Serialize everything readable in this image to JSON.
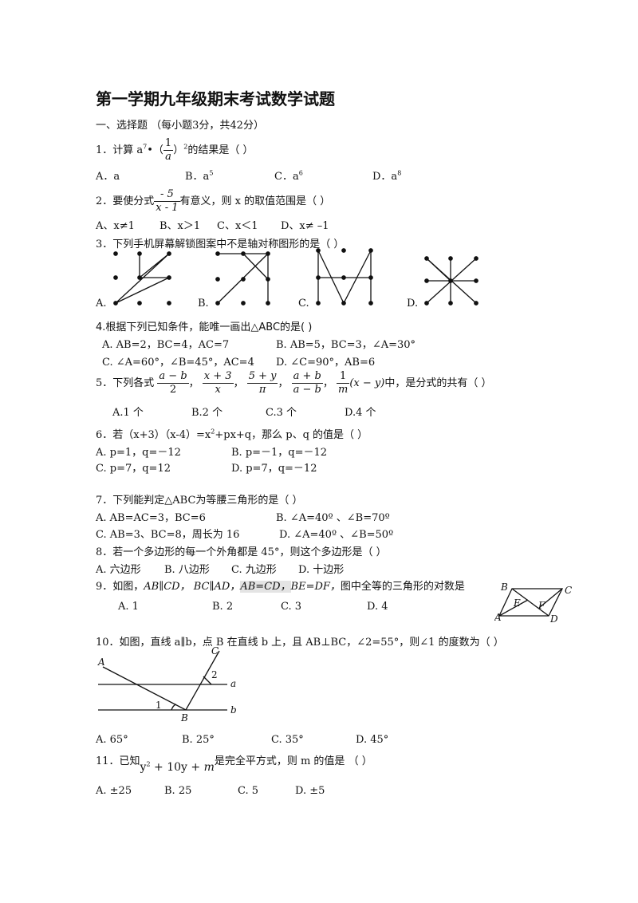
{
  "title": "第一学期九年级期末考试数学试题",
  "section1": "一、选择题 （每小题3分，共42分）",
  "q1": {
    "pre": "1．计算 a",
    "exp7": "7",
    "dot": "•（",
    "num": "1",
    "den": "a",
    "post": "）",
    "exp2": "2",
    "tail": "的结果是（    ）",
    "options": [
      "A．a",
      "B．a",
      "C．a",
      "D．a"
    ],
    "exps": [
      "5",
      "6",
      "8"
    ]
  },
  "q2": {
    "pre": "2．要使分式",
    "num": "- 5",
    "den": "x - 1",
    "tail": "有意义，则 x 的取值范围是（    ）",
    "options": [
      "A、x≠1",
      "B、x＞1",
      "C、x＜1",
      "D、x≠ –1"
    ]
  },
  "q3": {
    "stem": "3．下列手机屏幕解锁图案中不是轴对称图形的是（      ）",
    "labels": [
      "A.",
      "B.",
      "C.",
      "D."
    ]
  },
  "q4": {
    "stem": "4.根据下列已知条件，能唯一画出△ABC的是(     )",
    "options": [
      "A. AB=2，BC=4，AC=7",
      "B. AB=5，BC=3，∠A=30°",
      "C. ∠A=60°，∠B=45°，AC=4",
      "D. ∠C=90°，AB=6"
    ]
  },
  "q5": {
    "pre": "5．下列各式",
    "fracs": [
      [
        "a − b",
        "2"
      ],
      [
        "x + 3",
        "x"
      ],
      [
        "5 + y",
        "π"
      ],
      [
        "a + b",
        "a − b"
      ],
      [
        "1",
        "m"
      ]
    ],
    "last": "(x − y)",
    "tail": "中，是分式的共有（     ）",
    "options": [
      "A.1 个",
      "B.2 个",
      "C.3 个",
      "D.4 个"
    ]
  },
  "q6": {
    "stem_a": "6．若（x+3）（x-4）=x",
    "exp": "2",
    "stem_b": "+px+q，那么 p、q 的值是（      ）",
    "options": [
      "A. p=1，q=－12",
      "B. p=－1，q=－12",
      "C. p=7，q=12",
      "D. p=7，q=－12"
    ]
  },
  "q7": {
    "stem": "7．下列能判定△ABC为等腰三角形的是（          ）",
    "options": [
      "A. AB=AC=3，BC=6",
      "B. ∠A=40º 、∠B=70º",
      "C. AB=3、BC=8，周长为 16",
      "D. ∠A=40º 、∠B=50º"
    ]
  },
  "q8": {
    "stem": "8．若一个多边形的每一个外角都是 45°，则这个多边形是（     ）",
    "options": [
      "A. 六边形",
      "B. 八边形",
      "C. 九边形",
      "D. 十边形"
    ]
  },
  "q9": {
    "pre": "9．如图，",
    "c1": "AB∥CD，",
    "c2": "BC∥AD，",
    "c3": "AB=CD，",
    "c4": "BE=DF，",
    "tail": "图中全等的三角形的对数是",
    "options": [
      "A. 1",
      "B. 2",
      "C. 3",
      "D. 4"
    ],
    "fig": [
      "B",
      "C",
      "E",
      "F",
      "A",
      "D"
    ]
  },
  "q10": {
    "stem": "10．如图，直线 a∥b，点 B 在直线 b 上，且 AB⊥BC，∠2=55°，则∠1 的度数为（      ）",
    "options": [
      "A. 65°",
      "B. 25°",
      "C. 35°",
      "D. 45°"
    ],
    "fig": [
      "C",
      "A",
      "2",
      "a",
      "1",
      "B",
      "b"
    ]
  },
  "q11": {
    "pre": "11．已知",
    "expr_a": "y",
    "exp": "2",
    "expr_b": " + 10y + ",
    "expr_m": "m",
    "tail": "是完全平方式，则 m 的值是 （      ）",
    "options": [
      "A. ±25",
      "B. 25",
      "C. 5",
      "D. ±5"
    ]
  }
}
